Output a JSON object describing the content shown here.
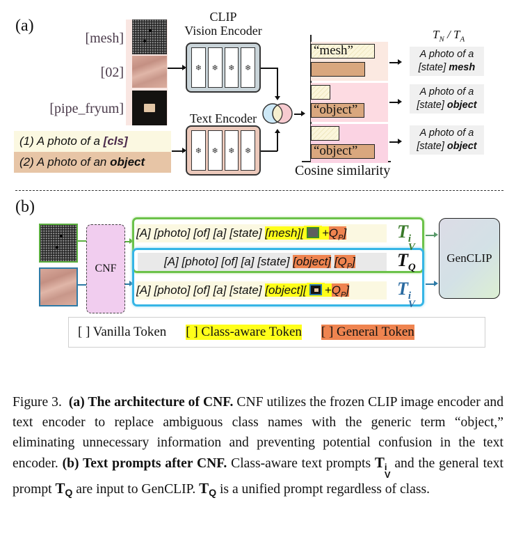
{
  "panel_a": {
    "label": "(a)",
    "classes": [
      {
        "label": "[mesh]",
        "image": "mesh-texture"
      },
      {
        "label": "[02]",
        "image": "skin-texture"
      },
      {
        "label": "[pipe_fryum]",
        "image": "pipe-fryum-on-black"
      }
    ],
    "prompts": [
      {
        "prefix": "(1) A photo of a ",
        "emph": "[cls]",
        "bg": "#fbf8e1"
      },
      {
        "prefix": "(2) A photo of an ",
        "emph": "object",
        "bg": "#e7c5a6"
      }
    ],
    "vision_encoder": {
      "title_line1": "CLIP",
      "title_line2": "Vision Encoder",
      "bg": "#c9d4d9",
      "cells": [
        "❄",
        "❄",
        "❄",
        "❄"
      ]
    },
    "text_encoder": {
      "title": "Text Encoder",
      "bg": "#ecc9bb",
      "cells": [
        "❄",
        "❄",
        "❄",
        "❄"
      ]
    },
    "similarity": {
      "xlabel": "Cosine similarity",
      "groups": [
        {
          "label_on": "light",
          "light_label": "“mesh”",
          "dark_label": "",
          "light_value": 0.9,
          "dark_value": 0.76,
          "bg": "#fbe9e1"
        },
        {
          "label_on": "dark",
          "light_label": "",
          "dark_label": "“object”",
          "light_value": 0.27,
          "dark_value": 0.75,
          "bg": "#fddbe2"
        },
        {
          "label_on": "dark",
          "light_label": "",
          "dark_label": "“object”",
          "light_value": 0.4,
          "dark_value": 0.9,
          "bg": "#fbd3e3"
        }
      ]
    },
    "output_header": "T_N / T_A",
    "outputs": [
      {
        "line1": "A photo of a",
        "line2_prefix": "[state] ",
        "line2_emph": "mesh"
      },
      {
        "line1": "A photo of a",
        "line2_prefix": "[state] ",
        "line2_emph": "object"
      },
      {
        "line1": "A photo of a",
        "line2_prefix": "[state] ",
        "line2_emph": "object"
      }
    ]
  },
  "panel_b": {
    "label": "(b)",
    "cnf_label": "CNF",
    "genclip_label": "GenCLIP",
    "rows": [
      {
        "vanilla": "[A] [photo] [of] [a] [state] ",
        "class_token": "[mesh]",
        "open": "[",
        "plus": "+",
        "qp": "Q",
        "qp_sub": "P",
        "close": "]",
        "tag": "T",
        "tag_sup": "i",
        "tag_sub": "V",
        "tag_color": "#3a7a2a",
        "border": "#6cc24a"
      },
      {
        "vanilla": "[A] [photo] [of] [a] [state] ",
        "general_token": "[object]",
        "qp_bracket": "[",
        "qp": "Q",
        "qp_sub": "P",
        "close": "]",
        "tag": "T",
        "tag_sub": "Q",
        "tag_color": "#111111",
        "border": "#35b5e6"
      },
      {
        "vanilla": "[A] [photo] [of] [a] [state] ",
        "class_token": "[object]",
        "open": "[",
        "plus": "+",
        "qp": "Q",
        "qp_sub": "P",
        "close": "]",
        "tag": "T",
        "tag_sup": "i",
        "tag_sub": "V",
        "tag_color": "#2a6aa0",
        "border": "#35b5e6"
      }
    ],
    "legend": {
      "vanilla": "[ ] Vanilla Token",
      "class_aware": "[ ] Class-aware Token",
      "general": "[ ] General Token"
    },
    "colors": {
      "class_aware": "#ffff1a",
      "general": "#ef8450",
      "green_frame": "#6cc24a",
      "blue_frame": "#35b5e6"
    }
  },
  "caption": {
    "fig": "Figure 3.",
    "a_label": "(a) The architecture of CNF.",
    "a_text": " CNF utilizes the frozen CLIP image encoder and text encoder to replace ambiguous class names with the generic term “object,” eliminating unnecessary information and preventing potential confusion in the text encoder.",
    "b_label": "(b) Text prompts after CNF.",
    "b_text1": " Class-aware text prompts ",
    "b_text2": " and the general text prompt ",
    "b_text3": " are input to GenCLIP. ",
    "b_text4": " is a unified prompt regardless of class.",
    "tv": "T",
    "tv_sup": "i",
    "tv_sub": "V",
    "tq": "T",
    "tq_sub": "Q"
  }
}
